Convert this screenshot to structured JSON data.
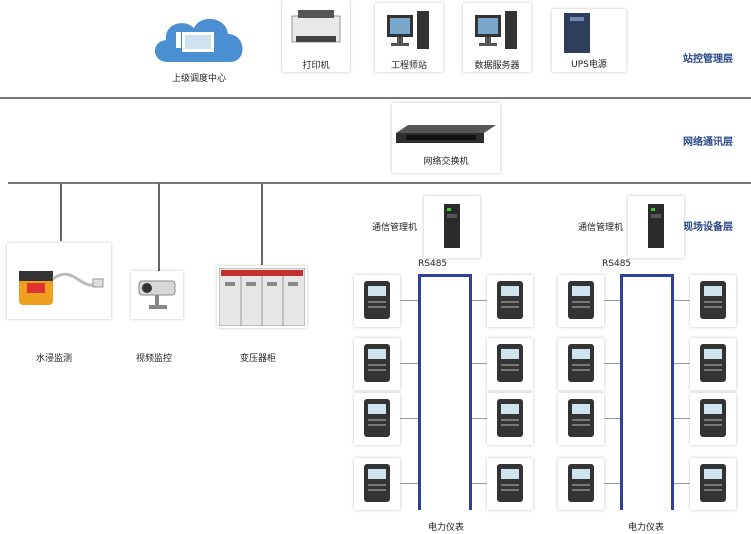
{
  "layers": {
    "station": "站控管理层",
    "network": "网络通讯层",
    "field": "现场设备层"
  },
  "station_devices": [
    {
      "label": "上级调度中心",
      "icon": "cloud-icon"
    },
    {
      "label": "打印机",
      "icon": "printer-icon"
    },
    {
      "label": "工程师站",
      "icon": "workstation-icon"
    },
    {
      "label": "数据服务器",
      "icon": "server-icon"
    },
    {
      "label": "UPS电源",
      "icon": "ups-icon"
    }
  ],
  "network_device": {
    "label": "网络交换机",
    "icon": "switch-icon"
  },
  "field_devices": [
    {
      "label": "水浸监测",
      "icon": "water-sensor-icon"
    },
    {
      "label": "视频监控",
      "icon": "camera-icon"
    },
    {
      "label": "变压器柜",
      "icon": "cabinet-icon"
    }
  ],
  "manager_left": {
    "label": "通信管理机",
    "bus": "RS485",
    "meters_label": "电力仪表"
  },
  "manager_right": {
    "label": "通信管理机",
    "bus": "RS485",
    "meters_label": "电力仪表"
  },
  "colors": {
    "bus": "#777777",
    "rs485": "#2e3f9c",
    "layer_text": "#2b4a8b",
    "cloud": "#4a8fd1"
  }
}
